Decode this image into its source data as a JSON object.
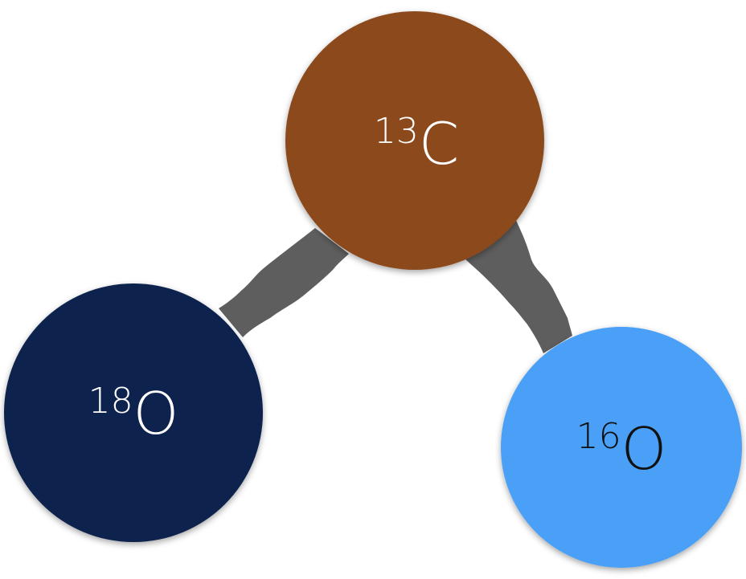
{
  "atoms": {
    "carbon": {
      "mass": "13",
      "symbol": "C",
      "fill": "#8b4a1c",
      "text_color": "#ffffff"
    },
    "oxygen18": {
      "mass": "18",
      "symbol": "O",
      "fill": "#0d234d",
      "text_color": "#ffffff"
    },
    "oxygen16": {
      "mass": "16",
      "symbol": "O",
      "fill": "#4aa0f6",
      "text_color": "#111111"
    }
  },
  "bonds": [
    {
      "from": "carbon",
      "to": "oxygen18"
    },
    {
      "from": "carbon",
      "to": "oxygen16"
    }
  ],
  "colors": {
    "bond": "#5e5e5e",
    "background": "#ffffff"
  }
}
